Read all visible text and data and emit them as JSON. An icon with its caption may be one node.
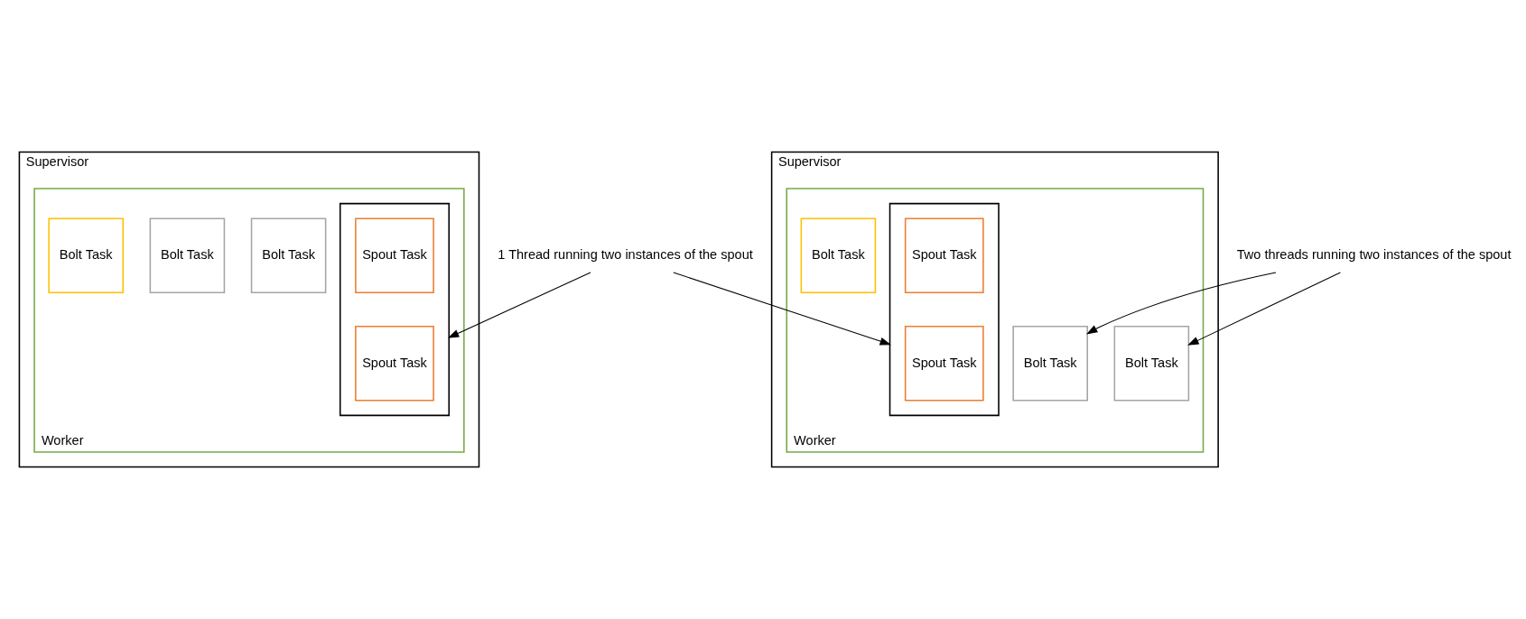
{
  "diagram": {
    "nodes": [
      {
        "text": [
          "Supervisor"
        ]
      },
      {
        "text": [
          "Worker"
        ],
        "in": 0
      },
      {
        "text": [
          "Bolt Task"
        ],
        "in": 1
      },
      {
        "text": [],
        "shape": "box",
        "in": 1
      },
      {
        "text": [
          "Spout Task"
        ],
        "in": 3
      },
      {
        "text": [
          "Spout Task"
        ],
        "in": 3
      },
      {
        "text": [
          "Bolt Task"
        ],
        "in": 1
      },
      {
        "text": [
          "Bolt Task"
        ],
        "in": 1
      },
      {
        "text": [
          "1 Thread running two instances of the spout"
        ]
      },
      {
        "text": [
          "Supervisor"
        ]
      },
      {
        "text": [
          "Worker"
        ],
        "in": 9
      },
      {
        "text": [],
        "shape": "box",
        "in": 10
      },
      {
        "text": [
          "Spout Task"
        ],
        "in": 11
      },
      {
        "text": [
          "Spout Task"
        ],
        "in": 11
      },
      {
        "text": [
          "Bolt Task"
        ],
        "in": 10
      },
      {
        "text": [
          "Bolt Task"
        ],
        "in": 10
      },
      {
        "text": [
          "Bolt Task"
        ],
        "in": 10
      },
      {
        "text": [
          "Two threads running two instances of the spout"
        ]
      }
    ],
    "edges": [
      {
        "from": 8,
        "to": 3,
        "arrow": "to"
      },
      {
        "from": 8,
        "to": 11,
        "arrow": "to"
      },
      {
        "from": 17,
        "to": 14,
        "arrow": "to"
      },
      {
        "from": 17,
        "to": 15,
        "arrow": "to"
      }
    ]
  }
}
